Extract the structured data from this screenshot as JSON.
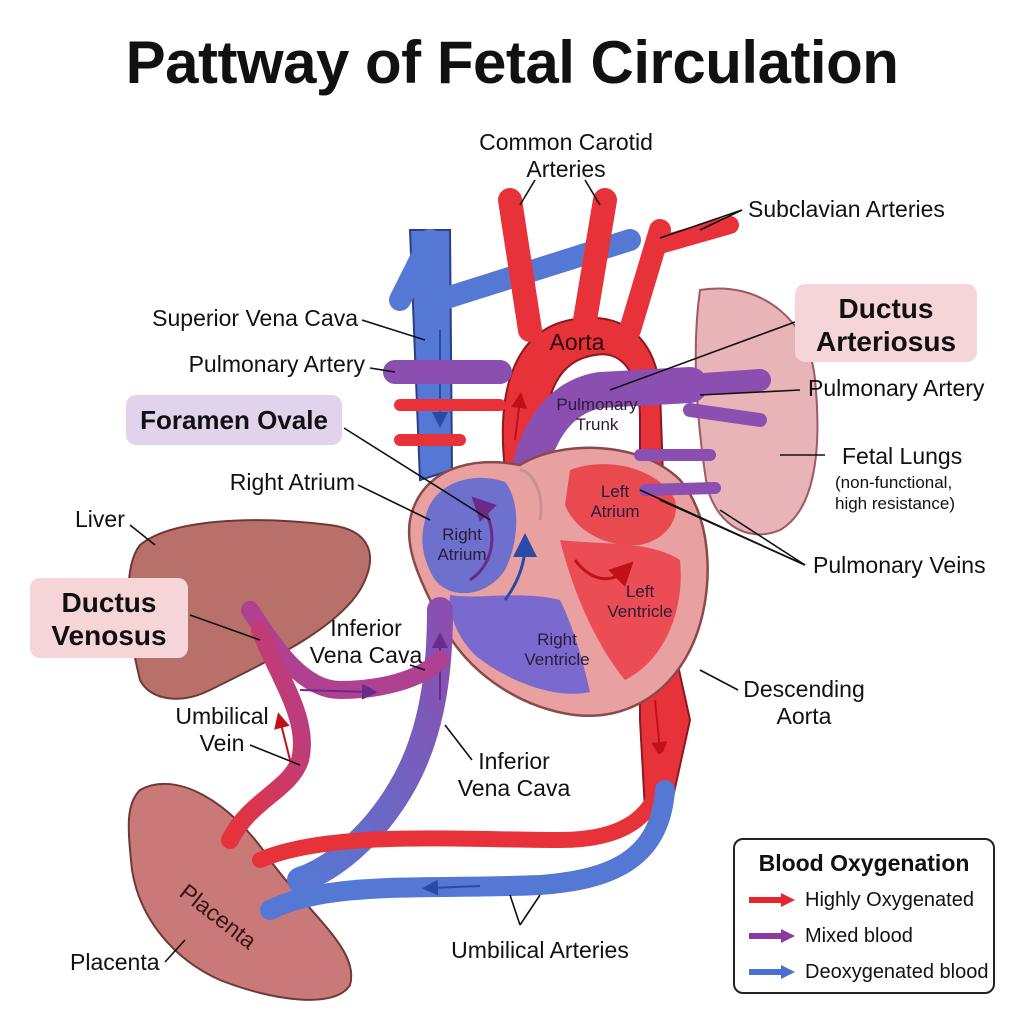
{
  "title": "Pattway of Fetal Circulation",
  "labels": {
    "common_carotid_1": "Common Carotid",
    "common_carotid_2": "Arteries",
    "subclavian": "Subclavian Arteries",
    "svc": "Superior Vena Cava",
    "pulm_artery_left": "Pulmonary Artery",
    "pulm_artery_right": "Pulmonary Artery",
    "aorta": "Aorta",
    "pulm_trunk_1": "Pulmonary",
    "pulm_trunk_2": "Trunk",
    "right_atrium_outer": "Right Atrium",
    "right_atrium_in_1": "Right",
    "right_atrium_in_2": "Atrium",
    "left_atrium_1": "Left",
    "left_atrium_2": "Atrium",
    "left_ventricle_1": "Left",
    "left_ventricle_2": "Ventricle",
    "right_ventricle_1": "Right",
    "right_ventricle_2": "Ventricle",
    "fetal_lungs": "Fetal Lungs",
    "fetal_lungs_note_1": "(non-functional,",
    "fetal_lungs_note_2": "high resistance)",
    "pulmonary_veins": "Pulmonary Veins",
    "liver": "Liver",
    "ivc_upper_1": "Inferior",
    "ivc_upper_2": "Vena Cava",
    "ivc_lower_1": "Inferior",
    "ivc_lower_2": "Vena Cava",
    "umbilical_vein_1": "Umbilical",
    "umbilical_vein_2": "Vein",
    "descending_aorta_1": "Descending",
    "descending_aorta_2": "Aorta",
    "placenta_inner": "Placenta",
    "placenta_outer": "Placenta",
    "umbilical_arteries": "Umbilical Arteries"
  },
  "highlights": {
    "ductus_arteriosus_1": "Ductus",
    "ductus_arteriosus_2": "Arteriosus",
    "foramen_ovale": "Foramen Ovale",
    "ductus_venosus_1": "Ductus",
    "ductus_venosus_2": "Venosus"
  },
  "legend": {
    "title": "Blood Oxygenation",
    "items": [
      {
        "label": "Highly Oxygenated",
        "color": "#e8242c"
      },
      {
        "label": "Mixed blood",
        "color": "#8a3aa0"
      },
      {
        "label": "Deoxygenated blood",
        "color": "#4a6fd0"
      }
    ]
  },
  "colors": {
    "oxygenated": "#e8323a",
    "mixed": "#8a4fb0",
    "deoxygenated": "#5578d4",
    "heart_wall": "#e8a0a0",
    "liver": "#b9706a",
    "lung": "#e8b4b8",
    "placenta": "#c97a78",
    "highlight_pink": "#f5d5d8",
    "highlight_purple": "#e2d3ec"
  }
}
